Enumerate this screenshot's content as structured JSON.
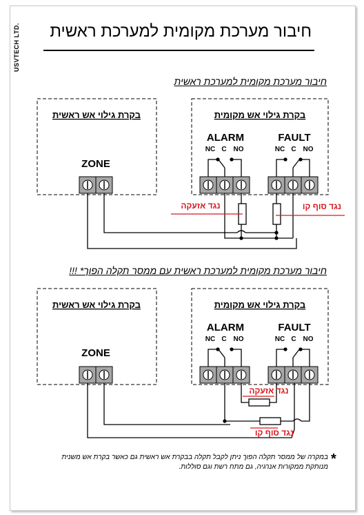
{
  "brand": "USVTECH LTD.",
  "title": "חיבור מערכת מקומית למערכת ראשית",
  "sections": [
    {
      "heading": "חיבור מערכת מקומית למערכת ראשית",
      "main_box_label": "בקרת גילוי אש ראשית",
      "local_box_label": "בקרת גילוי אש מקומית",
      "zone_label": "ZONE",
      "alarm_label": "ALARM",
      "fault_label": "FAULT",
      "alarm_contacts": [
        "NC",
        "C",
        "NO"
      ],
      "fault_contacts": [
        "NC",
        "C",
        "NO"
      ],
      "alarm_resistor_label": "נגד אזעקה",
      "eol_resistor_label": "נגד סוף קו"
    },
    {
      "heading": "חיבור מערכת מקומית למערכת ראשית עם ממסר תקלה הפוך* !!!",
      "main_box_label": "בקרת גילוי אש ראשית",
      "local_box_label": "בקרת גילוי אש מקומית",
      "zone_label": "ZONE",
      "alarm_label": "ALARM",
      "fault_label": "FAULT",
      "alarm_contacts": [
        "NC",
        "C",
        "NO"
      ],
      "fault_contacts": [
        "NC",
        "C",
        "NO"
      ],
      "alarm_resistor_label": "נגד אזעקה",
      "eol_resistor_label": "נגד סוף קו"
    }
  ],
  "note_symbol": "*",
  "note": "במקרה של ממסר תקלה הפוך ניתן לקבל תקלה בבקרת אש ראשית גם כאשר בקרת אש משנית מנותקת ממקורות אנרגיה, גם מתח רשת וגם סוללות.",
  "colors": {
    "label_red": "#d71920",
    "line": "#000000",
    "terminal_fill": "#a6a6a6"
  }
}
